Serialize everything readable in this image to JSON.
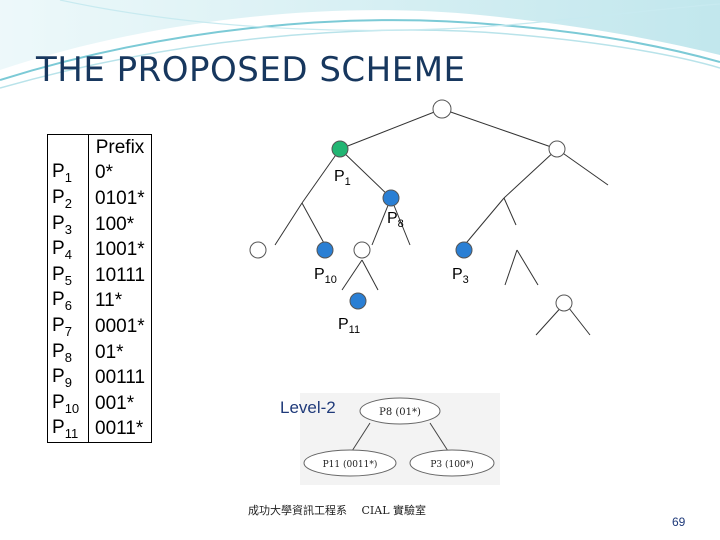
{
  "slide": {
    "title": "THE PROPOSED SCHEME",
    "page_number": "69",
    "footer": "成功大學資訊工程系　 CIAL 實驗室"
  },
  "prefix_table": {
    "header": "Prefix",
    "rows": [
      {
        "name": "P",
        "sub": "1",
        "prefix": "0*"
      },
      {
        "name": "P",
        "sub": "2",
        "prefix": "0101*"
      },
      {
        "name": "P",
        "sub": "3",
        "prefix": "100*"
      },
      {
        "name": "P",
        "sub": "4",
        "prefix": "1001*"
      },
      {
        "name": "P",
        "sub": "5",
        "prefix": "10111"
      },
      {
        "name": "P",
        "sub": "6",
        "prefix": "11*"
      },
      {
        "name": "P",
        "sub": "7",
        "prefix": "0001*"
      },
      {
        "name": "P",
        "sub": "8",
        "prefix": "01*"
      },
      {
        "name": "P",
        "sub": "9",
        "prefix": "00111"
      },
      {
        "name": "P",
        "sub": "10",
        "prefix": "001*"
      },
      {
        "name": "P",
        "sub": "11",
        "prefix": "0011*"
      }
    ]
  },
  "tree": {
    "labels": {
      "p1": {
        "name": "P",
        "sub": "1"
      },
      "p8": {
        "name": "P",
        "sub": "8"
      },
      "p10": {
        "name": "P",
        "sub": "10"
      },
      "p3": {
        "name": "P",
        "sub": "3"
      },
      "p11": {
        "name": "P",
        "sub": "11"
      }
    },
    "colors": {
      "green_node": "#22b573",
      "blue_node": "#2a7fd4",
      "empty_node": "#ffffff"
    }
  },
  "level2": {
    "label": "Level-2",
    "root_node": "P8 (01*)",
    "left_node": "P11 (0011*)",
    "right_node": "P3 (100*)"
  }
}
